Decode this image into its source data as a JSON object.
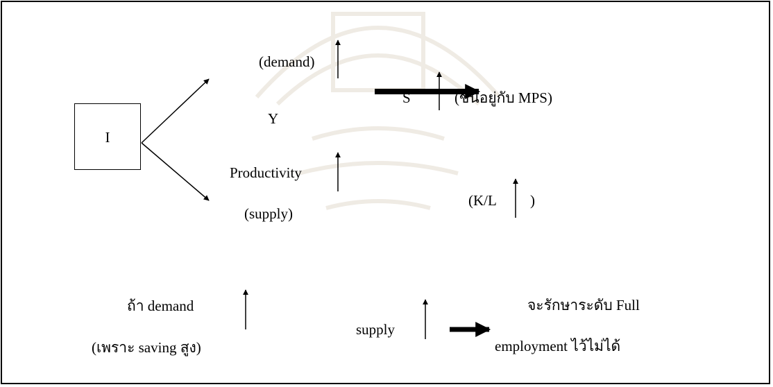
{
  "diagram": {
    "node_i": "I",
    "demand_label": "(demand)",
    "y_label": "Y",
    "s_label": "S",
    "s_note": "(ขึ้นอยู่กับ MPS)",
    "productivity_label": "Productivity",
    "supply_paren_label": "(supply)",
    "kl_open": "(K/L",
    "kl_close": ")",
    "bottom_demand": "ถ้า demand",
    "bottom_saving": "(เพราะ saving สูง)",
    "bottom_supply": "supply",
    "conclusion_line1": "จะรักษาระดับ Full",
    "conclusion_line2": "employment ไว้ไม่ได้"
  }
}
